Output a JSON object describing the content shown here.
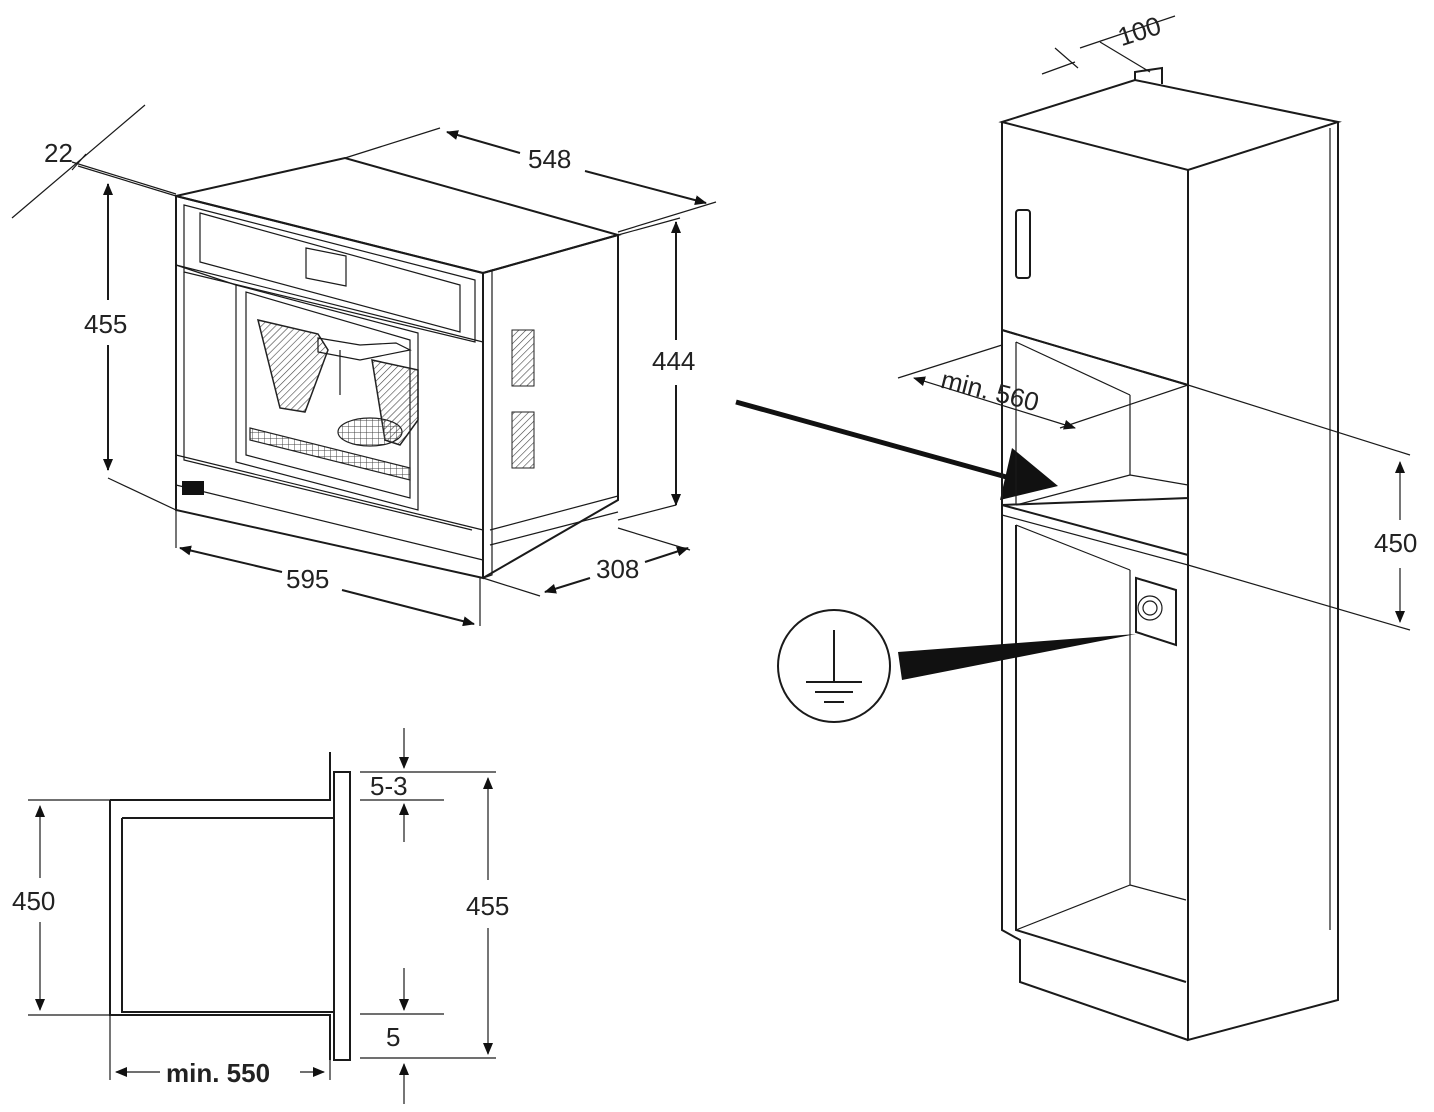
{
  "diagram": {
    "machine_dims": {
      "d22": "22",
      "d548": "548",
      "d455": "455",
      "d444": "444",
      "d595": "595",
      "d308": "308"
    },
    "cabinet_dims": {
      "d100": "100",
      "min560": "min. 560",
      "d450": "450"
    },
    "section_dims": {
      "d450": "450",
      "d455": "455",
      "d53": "5-3",
      "d5": "5",
      "min550": "min. 550"
    }
  }
}
